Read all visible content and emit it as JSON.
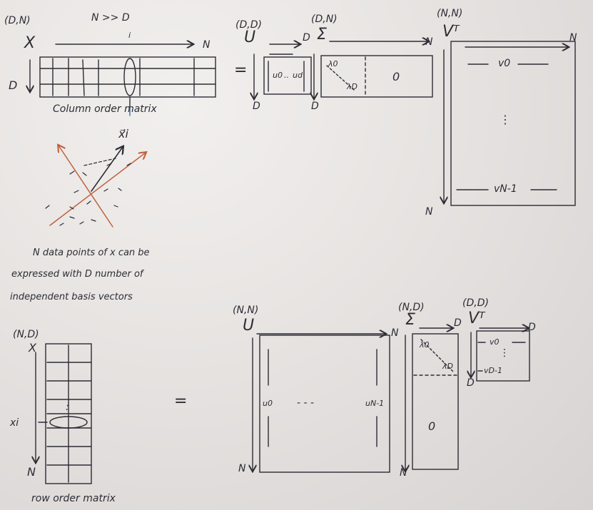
{
  "top": {
    "x_shape": "(D,N)",
    "x_name": "X",
    "n_gg_d": "N >> D",
    "idx_i": "i",
    "n_arrow": "N",
    "d_arrow": "D",
    "matrix_caption": "Column order matrix",
    "xi_vector": "x⃗i",
    "equals": "=",
    "u_shape": "(D,D)",
    "u_name": "U",
    "u_col_first": "u0",
    "u_col_dots": "..",
    "u_col_last": "ud",
    "u_d_right": "D",
    "u_d_down": "D",
    "s_shape": "(D,N)",
    "s_name": "Σ",
    "s_n_right": "N",
    "s_d_down": "D",
    "s_entry_first": "λ0",
    "s_entry_last": "λD",
    "s_zero": "0",
    "vt_shape": "(N,N)",
    "vt_name": "Vᵀ",
    "vt_n_right": "N",
    "vt_n_down": "N",
    "vt_row_first": "v0",
    "vt_row_dots": "⋮",
    "vt_row_last": "vN-1"
  },
  "note": {
    "line1": "N data points of x can be",
    "line2": "expressed with D number of",
    "line3": "independent basis vectors"
  },
  "bottom": {
    "x_shape": "(N,D)",
    "x_name": "X",
    "xi_label": "xi",
    "dots": ":",
    "n_label": "N",
    "caption": "row order matrix",
    "equals": "=",
    "u_shape": "(N,N)",
    "u_name": "U",
    "u_col_first": "u0",
    "u_col_dots": "- - -",
    "u_col_last": "uN-1",
    "u_n_right": "N",
    "u_n_down": "N",
    "s_shape": "(N,D)",
    "s_name": "Σ",
    "s_d_right": "D",
    "s_n_down": "N",
    "s_entry_first": "λ0",
    "s_entry_last": "λD",
    "s_zero": "0",
    "vt_shape": "(D,D)",
    "vt_name": "Vᵀ",
    "vt_d_right": "D",
    "vt_d_down": "D",
    "vt_row_first": "v0",
    "vt_row_dots": "⋮",
    "vt_row_last": "vD-1"
  },
  "colors": {
    "ink": "#2c2c34",
    "marker_red": "#c0623f",
    "marker_blue": "#3a66b8"
  }
}
